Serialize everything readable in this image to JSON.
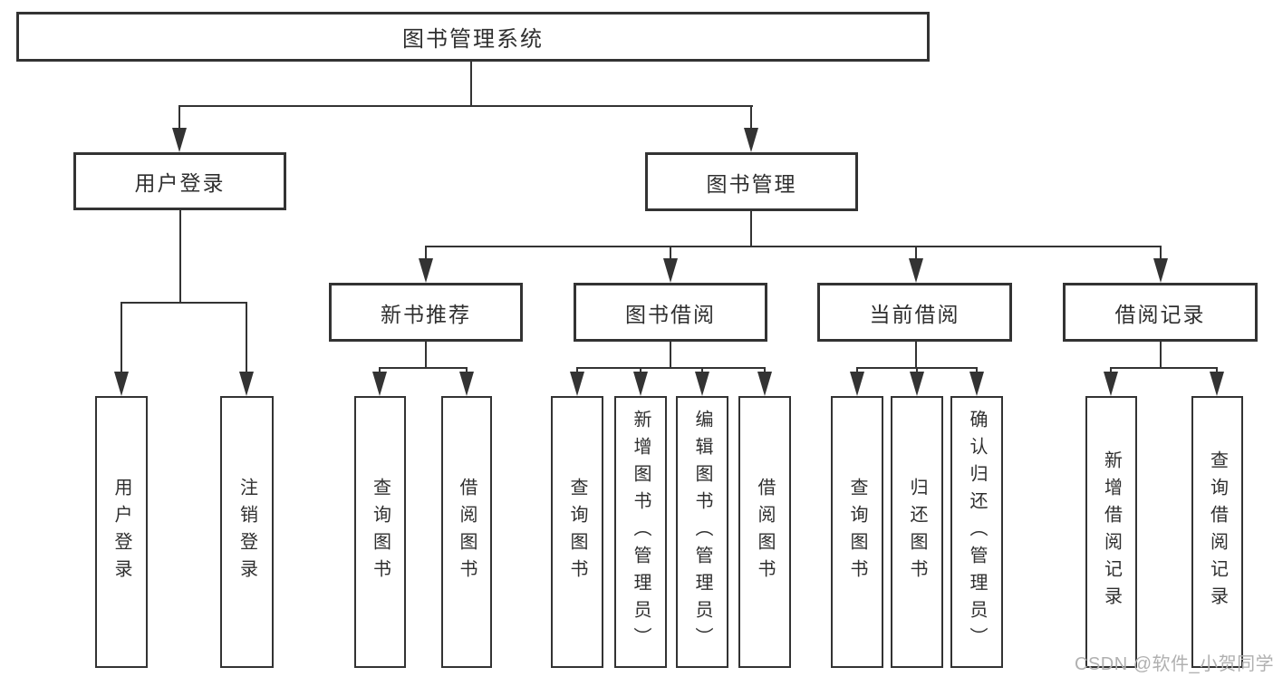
{
  "diagram": {
    "root": {
      "label": "图书管理系统"
    },
    "level2": {
      "user_login": {
        "label": "用户登录"
      },
      "book_mgmt": {
        "label": "图书管理"
      }
    },
    "level3": {
      "new_books": {
        "label": "新书推荐"
      },
      "book_borrow": {
        "label": "图书借阅"
      },
      "current_borrow": {
        "label": "当前借阅"
      },
      "borrow_records": {
        "label": "借阅记录"
      }
    },
    "leaves": {
      "user_login": [
        "用户登录",
        "注销登录"
      ],
      "new_books": [
        "查询图书",
        "借阅图书"
      ],
      "book_borrow": [
        "查询图书",
        "新增图书（管理员）",
        "编辑图书（管理员）",
        "借阅图书"
      ],
      "current_borrow": [
        "查询图书",
        "归还图书",
        "确认归还（管理员）"
      ],
      "borrow_records": [
        "新增借阅记录",
        "查询借阅记录"
      ]
    }
  },
  "watermark": {
    "text": "CSDN @软件_小贺同学"
  },
  "colors": {
    "line": "#333333",
    "text": "#2f2f2f",
    "watermark": "#b0b0b0",
    "background": "#ffffff"
  }
}
